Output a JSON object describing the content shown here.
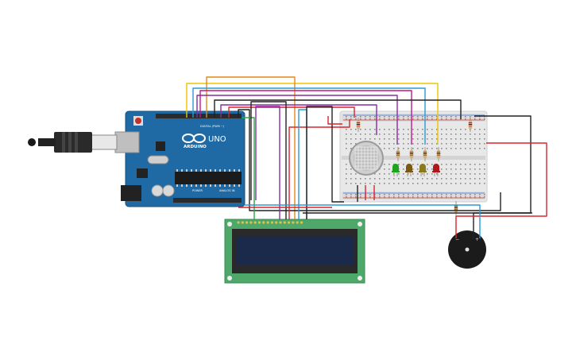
{
  "canvas": {
    "background": "#ffffff"
  },
  "arduino": {
    "brand": "ARDUINO",
    "model": "UNO",
    "digital_label": "DIGITAL (PWM ~)",
    "power_label": "POWER",
    "analog_label": "ANALOG IN",
    "board_color": "#1f6aa5"
  },
  "lcd": {
    "pcb_color": "#4ea86a",
    "screen_color": "#1b2a4a"
  },
  "breadboard": {
    "body_color": "#e8e8e8"
  },
  "leds": [
    {
      "color": "#1aa51a"
    },
    {
      "color": "#7a5a12"
    },
    {
      "color": "#8a7a18"
    },
    {
      "color": "#b0181c"
    }
  ],
  "wire_colors": {
    "yellow": "#f0c400",
    "orange": "#e0881a",
    "purple": "#8a2aa6",
    "blue": "#2a9ad6",
    "black": "#222222",
    "red": "#d8252a",
    "green": "#2aa84a",
    "magenta": "#c0178c"
  },
  "components": {
    "usb_cable": "usb-cable-icon",
    "gas_sensor": "gas-sensor-icon",
    "buzzer": "piezo-buzzer-icon"
  }
}
